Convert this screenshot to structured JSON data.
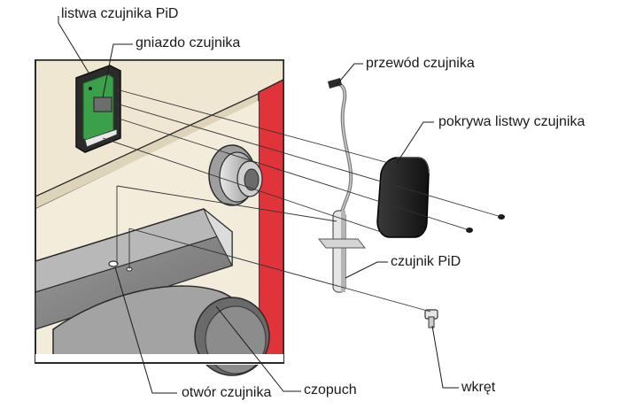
{
  "labels": {
    "sensor_strip": "listwa czujnika PiD",
    "sensor_socket": "gniazdo czujnika",
    "sensor_wire": "przewód czujnika",
    "strip_cover": "pokrywa listwy czujnika",
    "sensor": "czujnik PiD",
    "sensor_hole": "otwór czujnika",
    "flue": "czopuch",
    "screw": "wkręt"
  },
  "colors": {
    "boiler_body": "#f2ebd9",
    "boiler_shadow": "#e4dcc6",
    "red_stripe": "#e0343a",
    "green_pcb": "#3aa14a",
    "dark_part": "#2b2b2b",
    "steel": "#c8c8c8",
    "leader_line": "#1a1a1a"
  }
}
